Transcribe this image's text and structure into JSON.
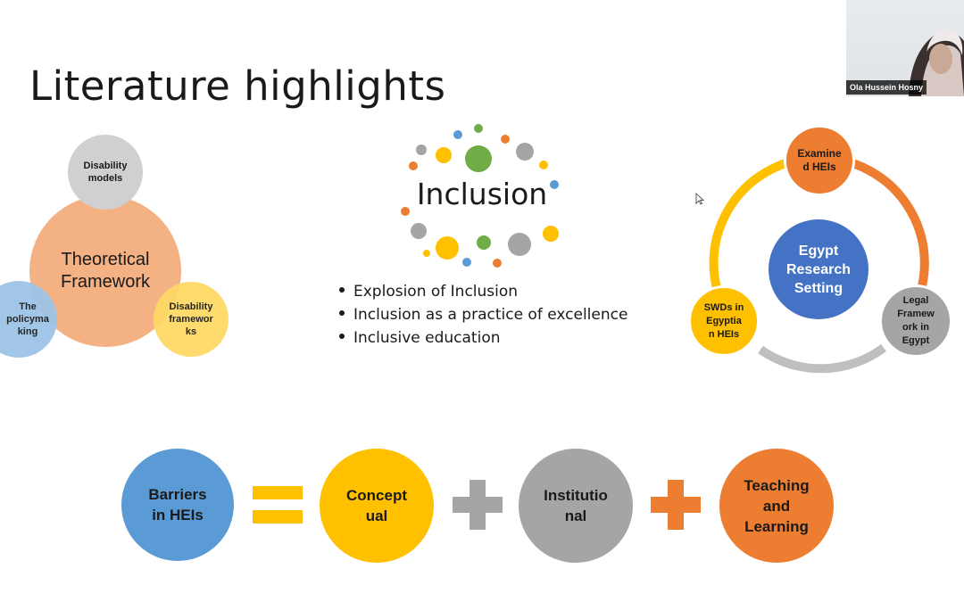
{
  "slide": {
    "title": "Literature highlights"
  },
  "left_diagram": {
    "main": "Theoretical\nFramework",
    "top": "Disability\nmodels",
    "left": "The\npolicyma\nking",
    "right": "Disability\nframewor\nks"
  },
  "center": {
    "word": "Inclusion",
    "bullets": [
      "Explosion of Inclusion",
      "Inclusion as a practice of excellence",
      "Inclusive education"
    ]
  },
  "right_diagram": {
    "center": "Egypt\nResearch\nSetting",
    "top": "Examine\nd HEIs",
    "left": "SWDs in\nEgyptia\nn HEIs",
    "right": "Legal\nFramew\nork in\nEgypt"
  },
  "equation": {
    "lhs": "Barriers\nin HEIs",
    "term1": "Concept\nual",
    "term2": "Institutio\nnal",
    "term3": "Teaching\nand\nLearning"
  },
  "webcam": {
    "name": "Ola Hussein Hosny"
  },
  "colors": {
    "orange": "#ed7d31",
    "blue": "#4472c4",
    "gold": "#ffc000",
    "gray": "#a5a5a5",
    "green": "#70ad47",
    "light_blue": "#5b9bd5",
    "peach": "#f4b183"
  }
}
